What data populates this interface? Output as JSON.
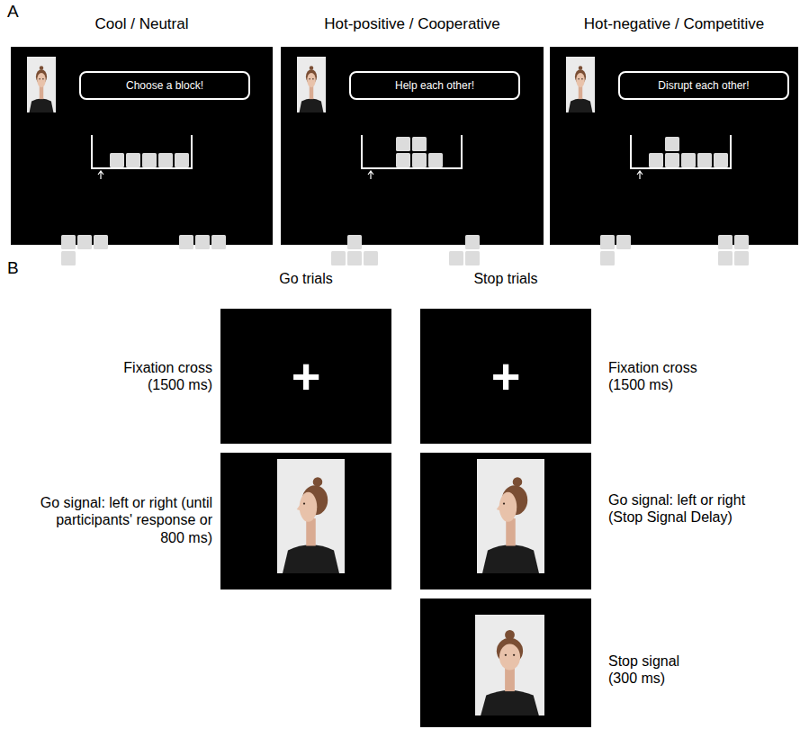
{
  "diagram": {
    "nodes": [
      {
        "text": [
          "Cool / Neutral"
        ]
      },
      {
        "text": [
          "Choose a block!"
        ],
        "in": 0
      },
      {
        "text": [
          "Hot-positive / Cooperative"
        ]
      },
      {
        "text": [
          "Help each other!"
        ],
        "in": 2
      },
      {
        "text": [
          "Hot-negative / Competitive"
        ]
      },
      {
        "text": [
          "Disrupt each other!"
        ],
        "in": 4
      },
      {
        "text": [
          "+"
        ]
      },
      {
        "text": [
          "+"
        ]
      }
    ],
    "labels": [
      "A",
      "B",
      "Go trials",
      "Stop trials",
      "Fixation cross (1500 ms)",
      "Go signal: left or right (until participants' response or 800 ms)",
      "Fixation cross (1500 ms)",
      "Go signal: left or right (Stop Signal Delay)",
      "Stop signal (300 ms)"
    ]
  }
}
